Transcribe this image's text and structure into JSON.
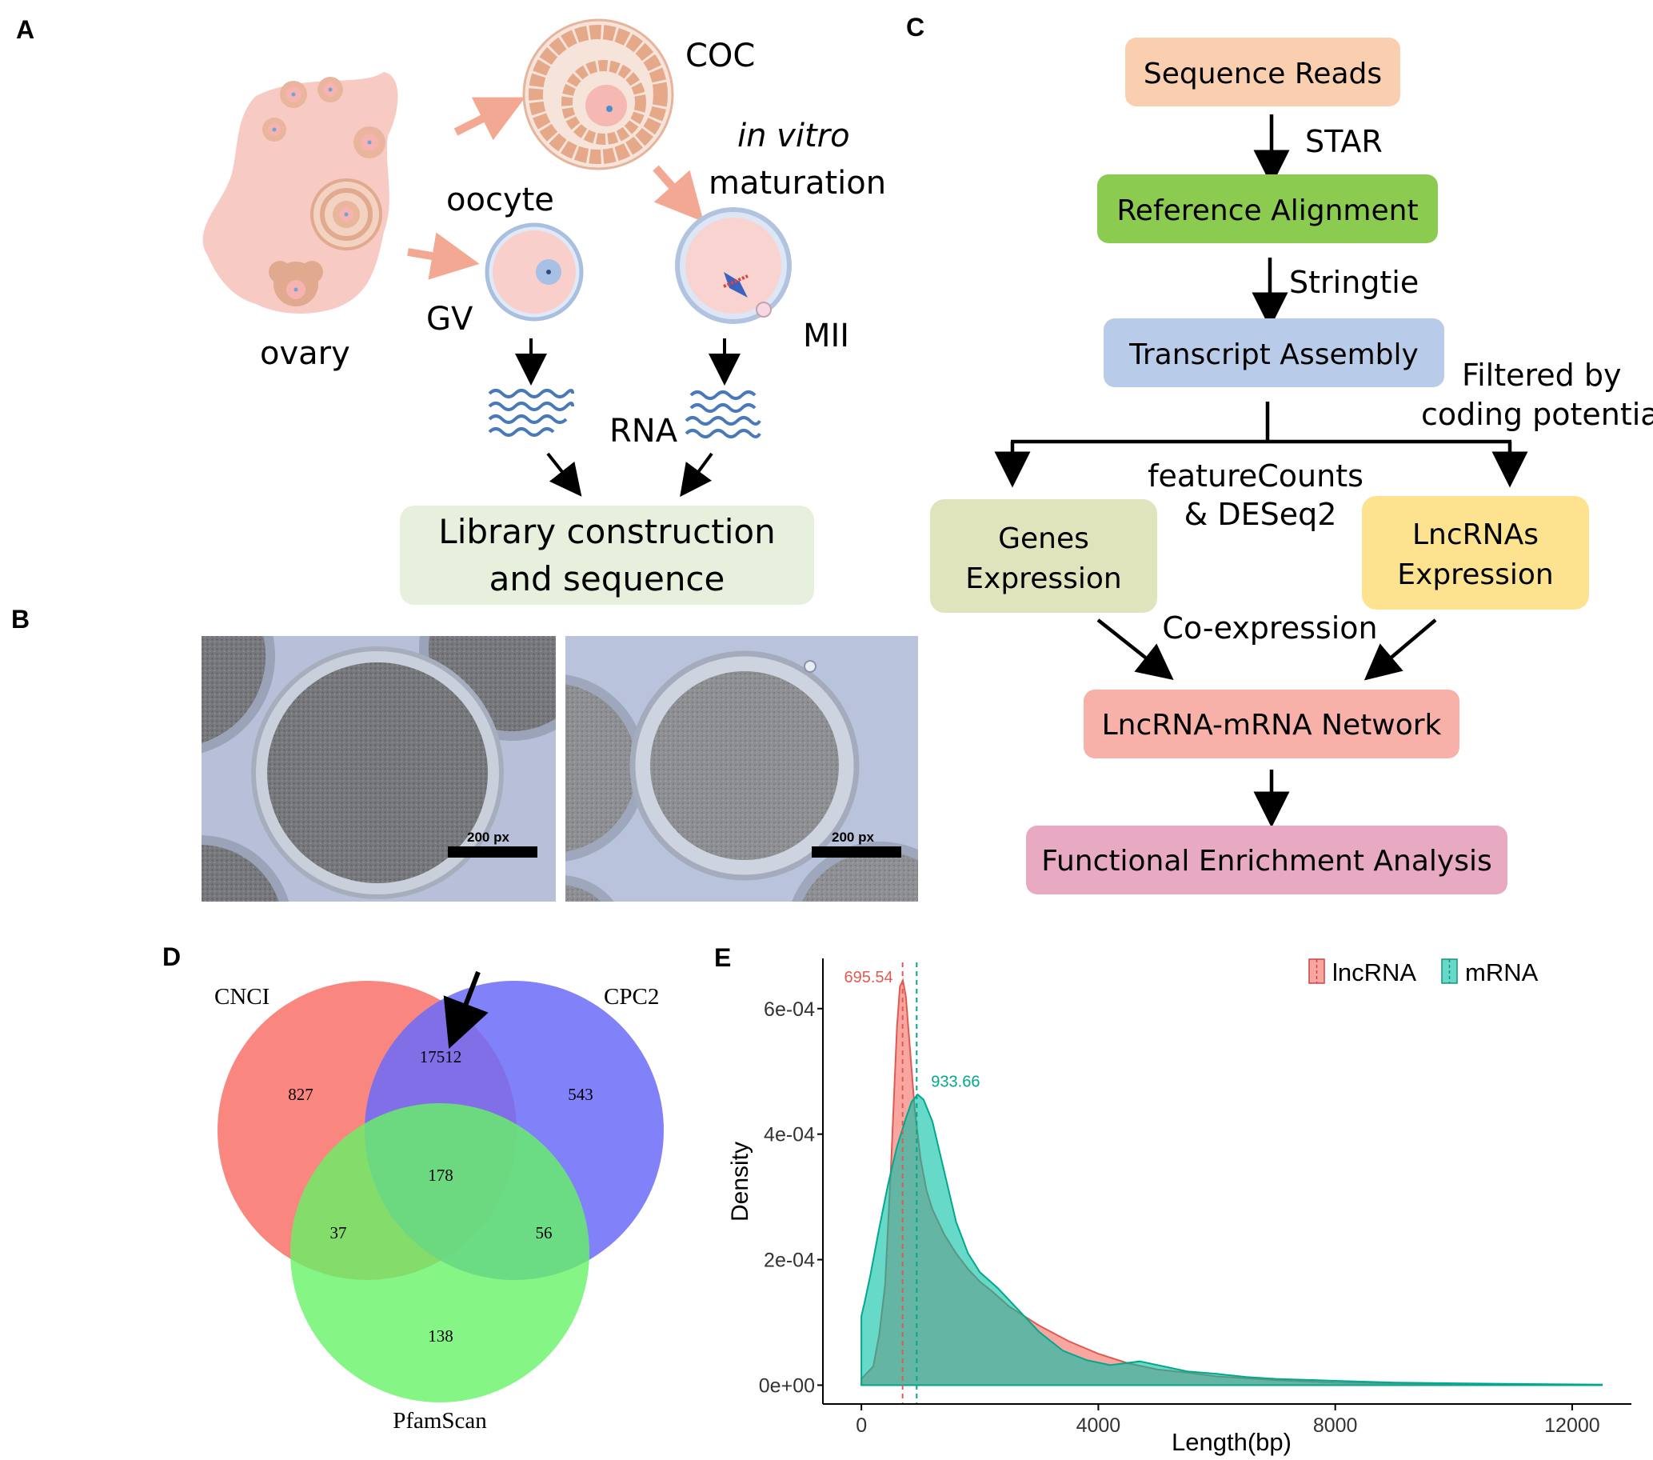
{
  "panel_labels": {
    "a": "A",
    "b": "B",
    "c": "C",
    "d": "D",
    "e": "E"
  },
  "panel_a": {
    "coc": "COC",
    "in_vitro": "in vitro",
    "maturation": "maturation",
    "oocyte": "oocyte",
    "gv": "GV",
    "mii": "MII",
    "ovary": "ovary",
    "rna": "RNA",
    "library_line1": "Library construction",
    "library_line2": "and sequence"
  },
  "panel_b": {
    "scale_left": "200 px",
    "scale_right": "200 px"
  },
  "panel_c": {
    "sequence_reads": "Sequence Reads",
    "star": "STAR",
    "reference_alignment": "Reference Alignment",
    "stringtie": "Stringtie",
    "transcript_assembly": "Transcript Assembly",
    "filtered_line1": "Filtered by",
    "filtered_line2": "coding potential",
    "featurecounts_line1": "featureCounts",
    "featurecounts_line2": "& DESeq2",
    "genes_line1": "Genes",
    "genes_line2": "Expression",
    "lncrnas_line1": "LncRNAs",
    "lncrnas_line2": "Expression",
    "coexpression": "Co-expression",
    "network": "LncRNA-mRNA Network",
    "functional": "Functional Enrichment Analysis",
    "colors": {
      "reads": "#f9cfaf",
      "align": "#8bcb4f",
      "assembly": "#b8cbe8",
      "genes": "#dfe4bd",
      "lncrnas": "#fde38f",
      "network": "#f7b1a8",
      "functional": "#e8a9c2"
    }
  },
  "panel_d": {
    "sets": [
      "CNCI",
      "CPC2",
      "PfamScan"
    ],
    "regions": {
      "cnci_only": "827",
      "cnci_cpc2": "17512",
      "cpc2_only": "543",
      "all_three": "178",
      "cnci_pfam": "37",
      "cpc2_pfam": "56",
      "pfam_only": "138"
    },
    "colors": {
      "cnci": "#f8766d",
      "cpc2": "#6b6bf8",
      "pfam": "#66f266"
    }
  },
  "chart_data": {
    "type": "area",
    "xlabel": "Length(bp)",
    "ylabel": "Density",
    "xlim": [
      -650,
      13000
    ],
    "ylim": [
      -3e-05,
      0.00068
    ],
    "x_ticks": [
      0,
      4000,
      8000,
      12000
    ],
    "x_tick_labels": [
      "0",
      "4000",
      "8000",
      "12000"
    ],
    "y_ticks": [
      0,
      0.0002,
      0.0004,
      0.0006
    ],
    "y_tick_labels": [
      "0e+00",
      "2e-04",
      "4e-04",
      "6e-04"
    ],
    "grid": false,
    "legend_position": "top-right",
    "series": [
      {
        "name": "lncRNA",
        "color": "#f8766d",
        "median": 695.54,
        "median_label": "695.54",
        "x": [
          0,
          100,
          200,
          300,
          400,
          500,
          600,
          650,
          700,
          750,
          800,
          900,
          1000,
          1100,
          1200,
          1400,
          1600,
          1800,
          2000,
          2200,
          2500,
          3000,
          3500,
          4000,
          4500,
          5000,
          5500,
          6000,
          7000,
          8000,
          9000,
          10000,
          11000,
          12500
        ],
        "y": [
          1e-05,
          2e-05,
          3e-05,
          8e-05,
          0.00016,
          0.00035,
          0.00057,
          0.000635,
          0.000645,
          0.00062,
          0.00056,
          0.00044,
          0.00036,
          0.00031,
          0.00028,
          0.00024,
          0.00021,
          0.000185,
          0.000165,
          0.00015,
          0.000125,
          9.5e-05,
          7e-05,
          5e-05,
          3.5e-05,
          2.5e-05,
          2e-05,
          1.4e-05,
          8e-06,
          4e-06,
          3e-06,
          2e-06,
          1e-06,
          5e-07
        ]
      },
      {
        "name": "mRNA",
        "color": "#00bfa5",
        "median": 933.66,
        "median_label": "933.66",
        "x": [
          0,
          50,
          150,
          300,
          450,
          600,
          750,
          850,
          950,
          1050,
          1200,
          1400,
          1600,
          1800,
          2000,
          2300,
          2600,
          3000,
          3400,
          3800,
          4200,
          4700,
          5000,
          5500,
          6000,
          6500,
          7000,
          8000,
          9000,
          10000,
          11000,
          12500
        ],
        "y": [
          0.00011,
          0.00013,
          0.000175,
          0.00025,
          0.00032,
          0.00038,
          0.000425,
          0.000452,
          0.000463,
          0.000455,
          0.00042,
          0.00034,
          0.00026,
          0.00021,
          0.00018,
          0.000155,
          0.000125,
          8.5e-05,
          5.5e-05,
          4e-05,
          3.2e-05,
          3.8e-05,
          3.2e-05,
          2.2e-05,
          1.8e-05,
          1.3e-05,
          1e-05,
          7e-06,
          4e-06,
          3e-06,
          2e-06,
          1e-06
        ]
      }
    ]
  }
}
